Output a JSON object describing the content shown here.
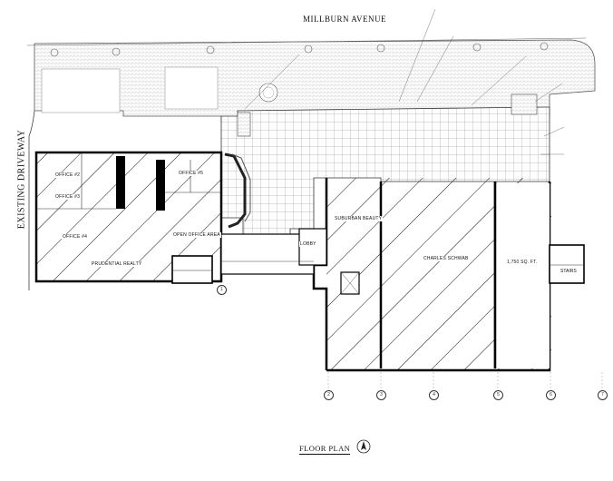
{
  "street": {
    "name": "MILLBURN AVENUE"
  },
  "driveway": {
    "name": "EXISTING DRIVEWAY"
  },
  "title": {
    "text": "FLOOR PLAN"
  },
  "rooms": [
    {
      "id": "r1",
      "label": "OFFICE #2"
    },
    {
      "id": "r2",
      "label": "OFFICE #3"
    },
    {
      "id": "r3",
      "label": "OFFICE #4"
    },
    {
      "id": "r4",
      "label": "OFFICE #5"
    },
    {
      "id": "r5",
      "label": "OPEN OFFICE AREA"
    },
    {
      "id": "r6",
      "label": "PRUDENTIAL REALTY"
    },
    {
      "id": "r7",
      "label": "LOBBY"
    },
    {
      "id": "r8",
      "label": "SUBURBAN BEAUTY"
    },
    {
      "id": "r9",
      "label": "CHARLES SCHWAB"
    },
    {
      "id": "r10",
      "label": "1,750 SQ. FT."
    },
    {
      "id": "r11",
      "label": "STAIRS"
    }
  ],
  "grid_markers": [
    "1",
    "2",
    "3",
    "4",
    "5",
    "6",
    "7"
  ]
}
